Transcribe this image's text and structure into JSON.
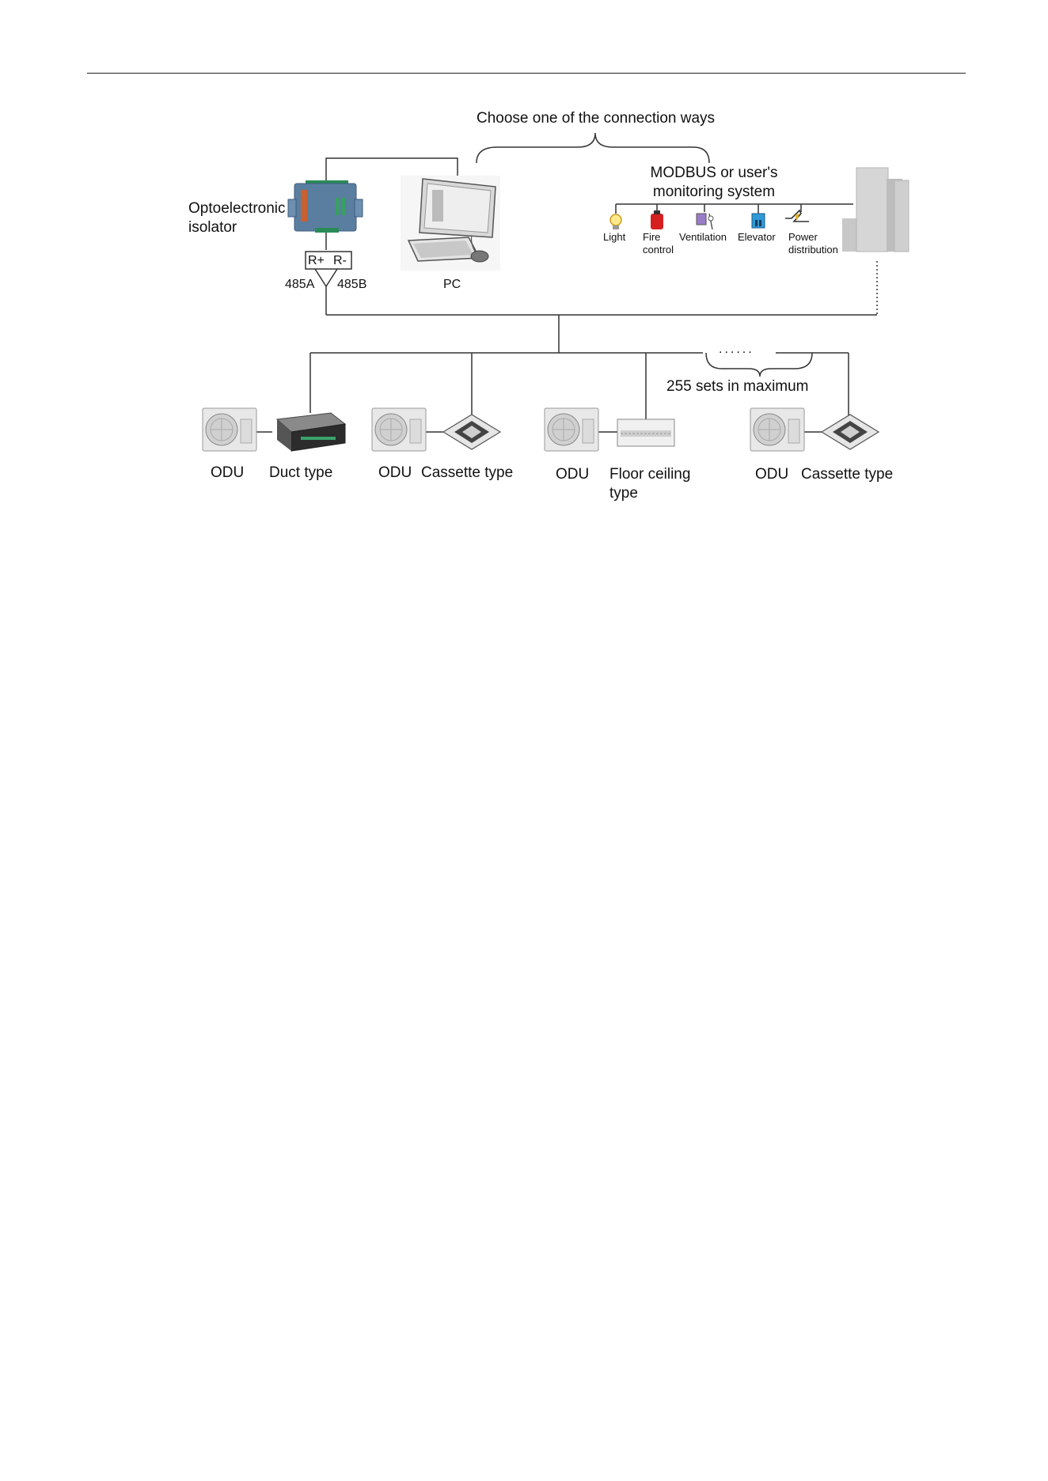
{
  "diagram": {
    "connection_note": "Choose one of the connection ways",
    "modbus_label": "MODBUS or user's monitoring system",
    "isolator_label": "Optoelectronic isolator",
    "terminal_plus": "R+",
    "terminal_minus": "R-",
    "port_a": "485A",
    "port_b": "485B",
    "pc_label": "PC",
    "max_sets_note": "255 sets in maximum",
    "ellipsis": "......",
    "subsystems": [
      "Light",
      "Fire control",
      "Ventilation",
      "Elevator",
      "Power distribution"
    ],
    "units": [
      {
        "odu": "ODU",
        "idu": "Duct type"
      },
      {
        "odu": "ODU",
        "idu": "Cassette type"
      },
      {
        "odu": "ODU",
        "idu": "Floor ceiling type"
      },
      {
        "odu": "ODU",
        "idu": "Cassette type"
      }
    ]
  },
  "colors": {
    "line": "#333333",
    "isolator_body": "#5a7ea0",
    "building": "#d4d4d4",
    "fire": "#d62020",
    "ventilation": "#9a7bc8",
    "elevator": "#2f9ad8",
    "power": "#e8b21a",
    "light": "#f0c020"
  }
}
